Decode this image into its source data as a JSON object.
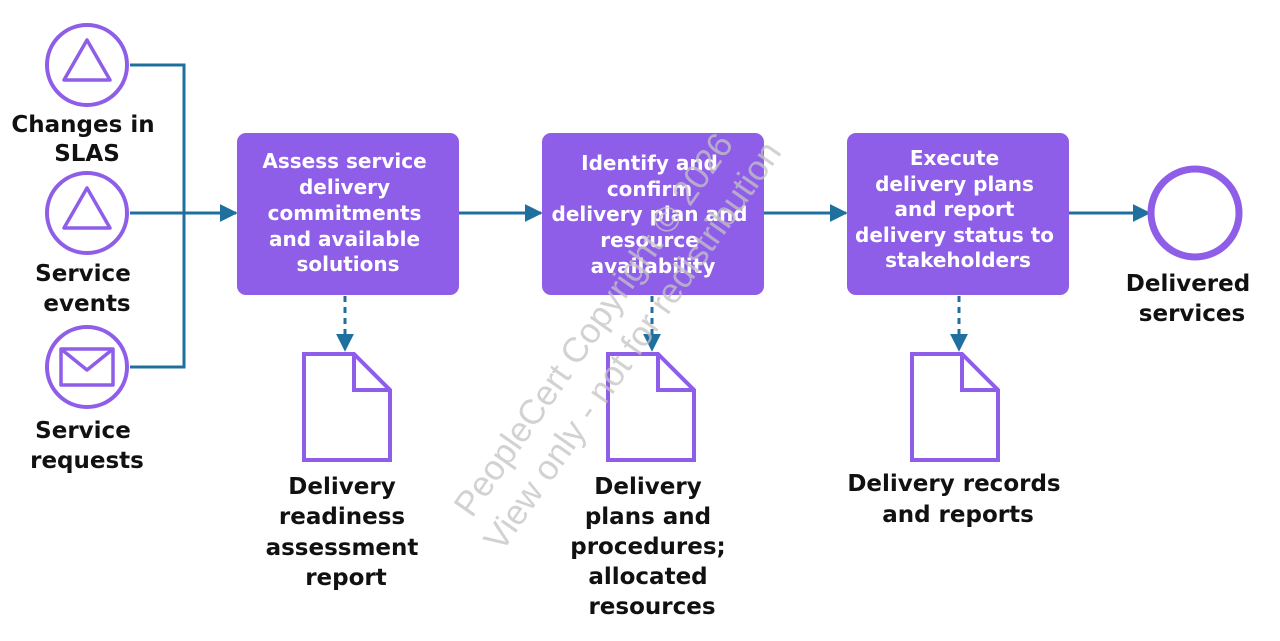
{
  "colors": {
    "process_fill": "#8f5ee8",
    "event_stroke": "#8f5ee8",
    "document_stroke": "#8f5ee8",
    "flow_line": "#1f6f9f",
    "label_text": "#111111",
    "box_text": "#ffffff",
    "watermark": "#c4c4c4"
  },
  "start_events": [
    {
      "icon": "triangle-icon",
      "label_lines": [
        "Changes in",
        "SLAS"
      ]
    },
    {
      "icon": "triangle-icon",
      "label_lines": [
        "Service",
        "events"
      ]
    },
    {
      "icon": "envelope-icon",
      "label_lines": [
        "Service",
        "requests"
      ]
    }
  ],
  "processes": [
    {
      "lines": [
        "Assess service",
        "delivery",
        "commitments",
        "and available",
        "solutions"
      ]
    },
    {
      "lines": [
        "Identify and",
        "confirm",
        "delivery plan and",
        "resource",
        "availability"
      ]
    },
    {
      "lines": [
        "Execute",
        "delivery plans",
        "and report",
        "delivery status to",
        "stakeholders"
      ]
    }
  ],
  "documents": [
    {
      "label_lines": [
        "Delivery",
        "readiness",
        "assessment",
        "report"
      ]
    },
    {
      "label_lines": [
        "Delivery",
        "plans and",
        "procedures;",
        "allocated",
        "resources"
      ]
    },
    {
      "label_lines": [
        "Delivery records",
        "and reports"
      ]
    }
  ],
  "end_event": {
    "label_lines": [
      "Delivered",
      "services"
    ]
  },
  "watermark": {
    "lines": [
      "PeopleCert Copyright © 2026",
      "View only - not for redistribution"
    ]
  }
}
